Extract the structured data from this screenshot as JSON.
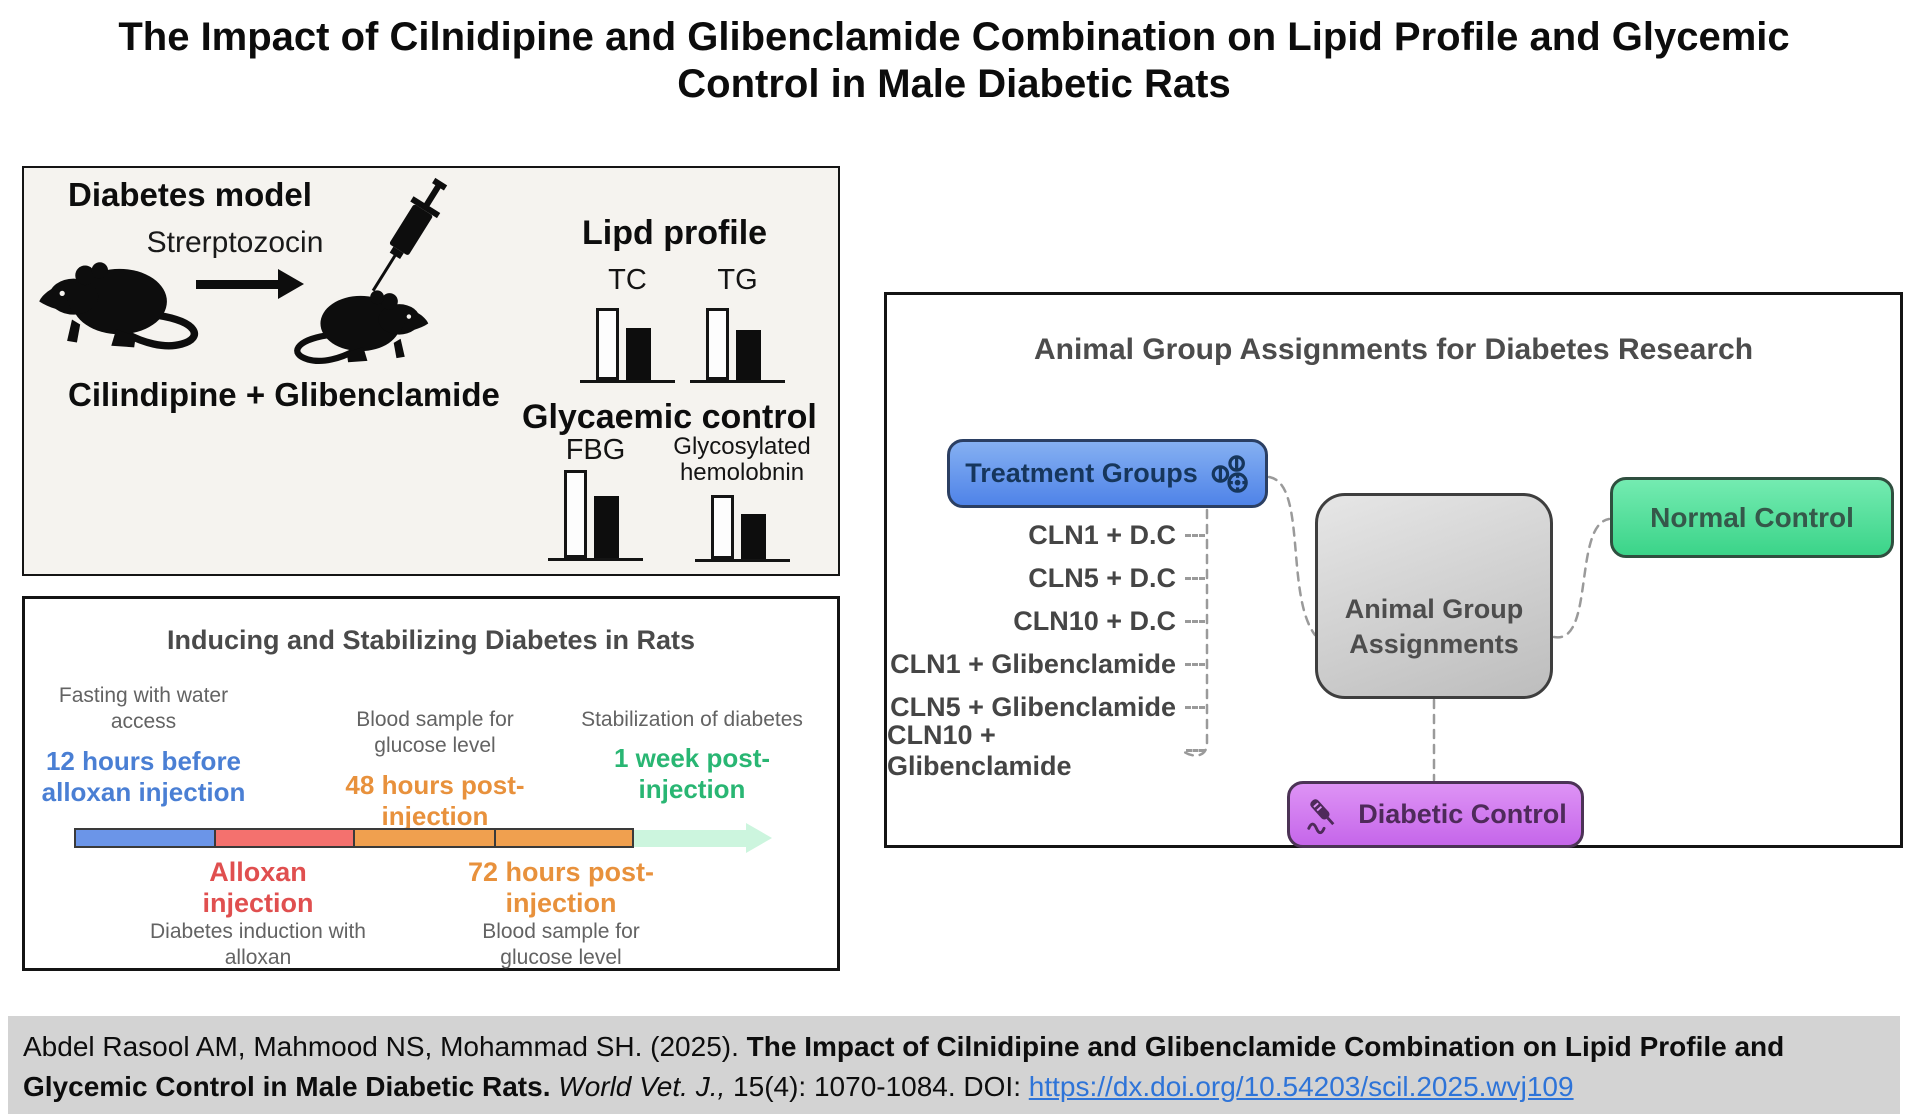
{
  "header": {
    "title_line1": "The Impact of Cilnidipine and Glibenclamide Combination on Lipid Profile and Glycemic",
    "title_line2": "Control in Male Diabetic Rats"
  },
  "diabetes_panel": {
    "heading": "Diabetes model",
    "induction_drug": "Strerptozocin",
    "treatment": "Cilindipine + Glibenclamide",
    "lipid_heading": "Lipd profile",
    "glycaemic_heading": "Glycaemic control"
  },
  "chart_data": {
    "type": "bar",
    "note": "schematic paired bars: white = untreated/control level, black = reduced level after treatment",
    "charts": {
      "tc": {
        "label": "TC",
        "white_h": 72,
        "black_h": 52
      },
      "tg": {
        "label": "TG",
        "white_h": 72,
        "black_h": 50
      },
      "fbg": {
        "label": "FBG",
        "white_h": 88,
        "black_h": 62
      },
      "ghb": {
        "label_line1": "Glycosylated",
        "label_line2": "hemolobnin",
        "white_h": 64,
        "black_h": 45
      }
    }
  },
  "timeline_panel": {
    "title": "Inducing and Stabilizing Diabetes in Rats",
    "col1_desc": "Fasting with water access",
    "col1_label": "12 hours before alloxan injection",
    "col2_desc": "Blood sample for glucose level",
    "col2_label": "48 hours post-injection",
    "col3_desc": "Stabilization of diabetes",
    "col3_label": "1 week post-injection",
    "bottom1_label": "Alloxan injection",
    "bottom1_desc": "Diabetes induction with alloxan",
    "bottom2_label": "72 hours post-injection",
    "bottom2_desc": "Blood sample for glucose level",
    "segment_colors": [
      "#6b95e8",
      "#f4716e",
      "#f0a04f",
      "#f0a04f"
    ],
    "arrow_color": "#ccf5de",
    "label_colors": {
      "blue": "#4a7fd4",
      "orange": "#e8913c",
      "green": "#29b673",
      "red": "#e04f4f"
    }
  },
  "groups_panel": {
    "title": "Animal Group Assignments for Diabetes Research",
    "treatment_box_label": "Treatment Groups",
    "center_box_label": "Animal Group Assignments",
    "normal_box_label": "Normal Control",
    "diabetic_box_label": "Diabetic Control",
    "treatment_items": [
      "CLN1 + D.C",
      "CLN5 + D.C",
      "CLN10 + D.C",
      "CLN1 + Glibenclamide",
      "CLN5 + Glibenclamide",
      "CLN10 + Glibenclamide"
    ],
    "box_colors": {
      "treatment": "#5c8ceb",
      "center": "#cfcfcf",
      "normal": "#4ade8f",
      "diabetic": "#d279ef"
    }
  },
  "citation": {
    "authors": "Abdel Rasool AM, Mahmood NS, Mohammad SH. (2025). ",
    "title_line1": "The Impact of Cilnidipine and Glibenclamide Combination on Lipid Profile and",
    "title_line2": "Glycemic Control in Male Diabetic Rats. ",
    "journal": "World Vet. J., ",
    "issue": "15(4): 1070-1084. DOI: ",
    "doi_link": "https://dx.doi.org/10.54203/scil.2025.wvj109"
  },
  "colors": {
    "citation_bg": "#d3d3d3",
    "link_blue": "#2e74d8",
    "panel_a_bg": "#f5f3ef",
    "ink": "#0d0d0d"
  }
}
